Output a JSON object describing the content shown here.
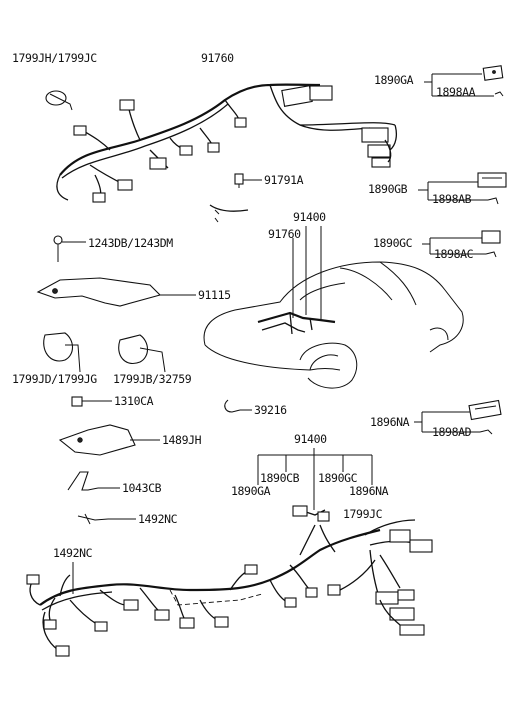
{
  "labels": {
    "p1799jh_1799jc": "1799JH/1799JC",
    "p91760_top": "91760",
    "p1890ga_top": "1890GA",
    "p1898aa": "1898AA",
    "p91791a": "91791A",
    "p1890gb": "1890GB",
    "p1898ab": "1898AB",
    "p91400_mid": "91400",
    "p91760_mid": "91760",
    "p1243db_1243dm": "1243DB/1243DM",
    "p1890gc_top": "1890GC",
    "p1898ac": "1898AC",
    "p91115": "91115",
    "p1799jd_1799jg": "1799JD/1799JG",
    "p1799jb_32759": "1799JB/32759",
    "p1310ca": "1310CA",
    "p39216": "39216",
    "p1896na_top": "1896NA",
    "p1898ad": "1898AD",
    "p91400_bot": "91400",
    "p1489jh": "1489JH",
    "p1890cb": "1890CB",
    "p1890gc_bot": "1890GC",
    "p1890ga_bot": "1890GA",
    "p1896na_bot": "1896NA",
    "p1043cb": "1043CB",
    "p1492nc_a": "1492NC",
    "p1799jc_bot": "1799JC",
    "p1492nc_b": "1492NC"
  }
}
